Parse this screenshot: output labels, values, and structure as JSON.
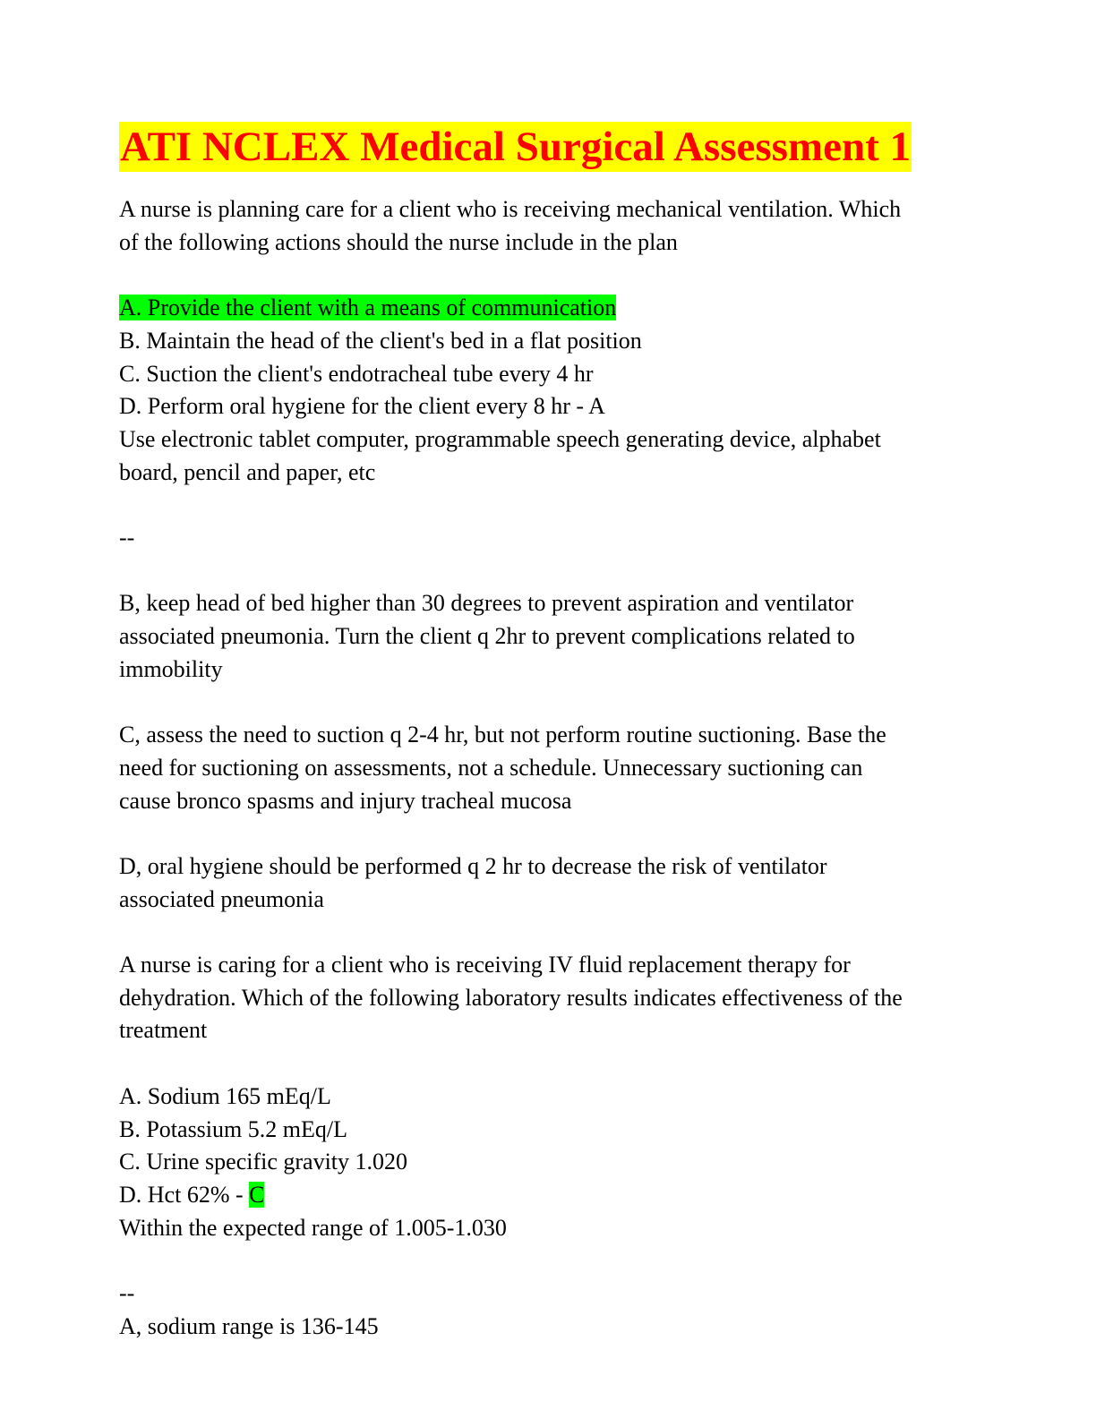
{
  "document": {
    "title": "ATI NCLEX Medical Surgical Assessment 1",
    "q1": {
      "stem_line1": "A nurse is planning care for a client who is receiving mechanical ventilation. Which",
      "stem_line2": "of the following actions should the nurse include in the plan",
      "option_a": "A. Provide the client with a means of communication",
      "option_b": "B. Maintain the head of the client's bed in a flat position",
      "option_c": "C. Suction the client's endotracheal tube every 4 hr",
      "option_d": "D. Perform oral hygiene for the client every 8 hr - A",
      "rationale_line1": "Use electronic tablet computer, programmable speech generating device, alphabet",
      "rationale_line2": "board, pencil and paper, etc",
      "separator": "--",
      "expl_b_line1": "B, keep head of bed higher than 30 degrees to prevent aspiration and ventilator",
      "expl_b_line2": "associated pneumonia. Turn the client q 2hr to prevent complications related to",
      "expl_b_line3": "immobility",
      "expl_c_line1": "C, assess the need to suction q 2-4 hr, but not perform routine suctioning. Base the",
      "expl_c_line2": "need for suctioning on assessments, not a schedule. Unnecessary suctioning can",
      "expl_c_line3": "cause bronco spasms and injury tracheal mucosa",
      "expl_d_line1": "D, oral hygiene should be performed q 2 hr to decrease the risk of ventilator",
      "expl_d_line2": "associated pneumonia"
    },
    "q2": {
      "stem_line1": "A nurse is caring for a client who is receiving IV fluid replacement therapy for",
      "stem_line2": "dehydration. Which of the following laboratory results indicates effectiveness of the",
      "stem_line3": "treatment",
      "option_a": "A. Sodium 165 mEq/L",
      "option_b": "B. Potassium 5.2 mEq/L",
      "option_c": "C. Urine specific gravity 1.020",
      "option_d_text": "D. Hct 62% - ",
      "option_d_answer": "C",
      "rationale_line1": "Within the expected range of 1.005-1.030",
      "separator": "--",
      "expl_a_line1": "A, sodium range is 136-145"
    },
    "colors": {
      "title_text": "#ff0000",
      "title_highlight": "#ffff00",
      "answer_highlight": "#00ff00"
    }
  }
}
